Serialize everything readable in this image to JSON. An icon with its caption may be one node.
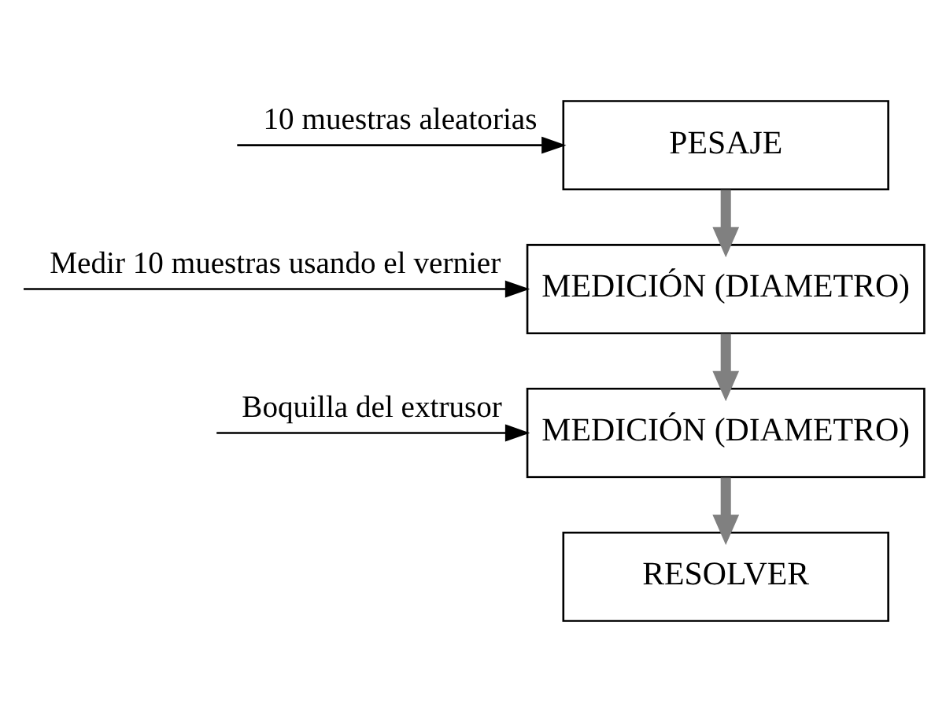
{
  "diagram": {
    "nodes": [
      {
        "text": [
          "PESAJE"
        ]
      },
      {
        "text": [
          "MEDICIÓN (DIAMETRO)"
        ]
      },
      {
        "text": [
          "MEDICIÓN (DIAMETRO)"
        ]
      },
      {
        "text": [
          "RESOLVER"
        ]
      }
    ],
    "edges": [
      {
        "from": null,
        "to": 0,
        "arrow": "to",
        "label": "10 muestras aleatorias"
      },
      {
        "from": 0,
        "to": 1,
        "arrow": "to",
        "style": "thick",
        "color": "#808080"
      },
      {
        "from": null,
        "to": 1,
        "arrow": "to",
        "label": "Medir 10 muestras usando el vernier"
      },
      {
        "from": 1,
        "to": 2,
        "arrow": "to",
        "style": "thick",
        "color": "#808080"
      },
      {
        "from": null,
        "to": 2,
        "arrow": "to",
        "label": "Boquilla del extrusor"
      },
      {
        "from": 2,
        "to": 3,
        "arrow": "to",
        "style": "thick",
        "color": "#808080"
      }
    ]
  }
}
